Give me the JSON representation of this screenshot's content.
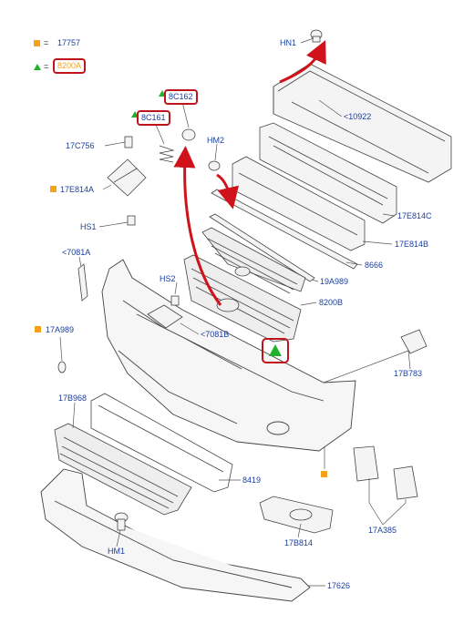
{
  "legend": {
    "square_part": "17757",
    "triangle_part": "8200A",
    "equals": "="
  },
  "callouts": [
    {
      "name": "callout-hn1",
      "text": "HN1"
    },
    {
      "name": "callout-10922",
      "text": "<10922"
    },
    {
      "name": "callout-8c162",
      "text": "8C162",
      "highlighted": true
    },
    {
      "name": "callout-8c161",
      "text": "8C161",
      "highlighted": true
    },
    {
      "name": "callout-hm2",
      "text": "HM2"
    },
    {
      "name": "callout-17c756",
      "text": "17C756"
    },
    {
      "name": "callout-17e814a",
      "text": "17E814A"
    },
    {
      "name": "callout-17e814c",
      "text": "17E814C"
    },
    {
      "name": "callout-17e814b",
      "text": "17E814B"
    },
    {
      "name": "callout-hs1",
      "text": "HS1"
    },
    {
      "name": "callout-7081a",
      "text": "<7081A"
    },
    {
      "name": "callout-8666",
      "text": "8666"
    },
    {
      "name": "callout-19a989",
      "text": "19A989"
    },
    {
      "name": "callout-hs2",
      "text": "HS2"
    },
    {
      "name": "callout-8200b",
      "text": "8200B"
    },
    {
      "name": "callout-17a989",
      "text": "17A989"
    },
    {
      "name": "callout-7081b",
      "text": "<7081B"
    },
    {
      "name": "callout-17b783",
      "text": "17B783"
    },
    {
      "name": "callout-17b968",
      "text": "17B968"
    },
    {
      "name": "callout-8419",
      "text": "8419"
    },
    {
      "name": "callout-17a385",
      "text": "17A385"
    },
    {
      "name": "callout-hm1",
      "text": "HM1"
    },
    {
      "name": "callout-17b814",
      "text": "17B814"
    },
    {
      "name": "callout-17626",
      "text": "17626"
    }
  ],
  "colors": {
    "label_blue": "#1a3f9e",
    "highlight_red": "#c0141c",
    "arrow_red": "#d0121a",
    "legend_orange": "#f3a21a",
    "legend_green": "#1fb32c",
    "line_gray": "#555555",
    "part_fill": "#f4f4f4"
  }
}
